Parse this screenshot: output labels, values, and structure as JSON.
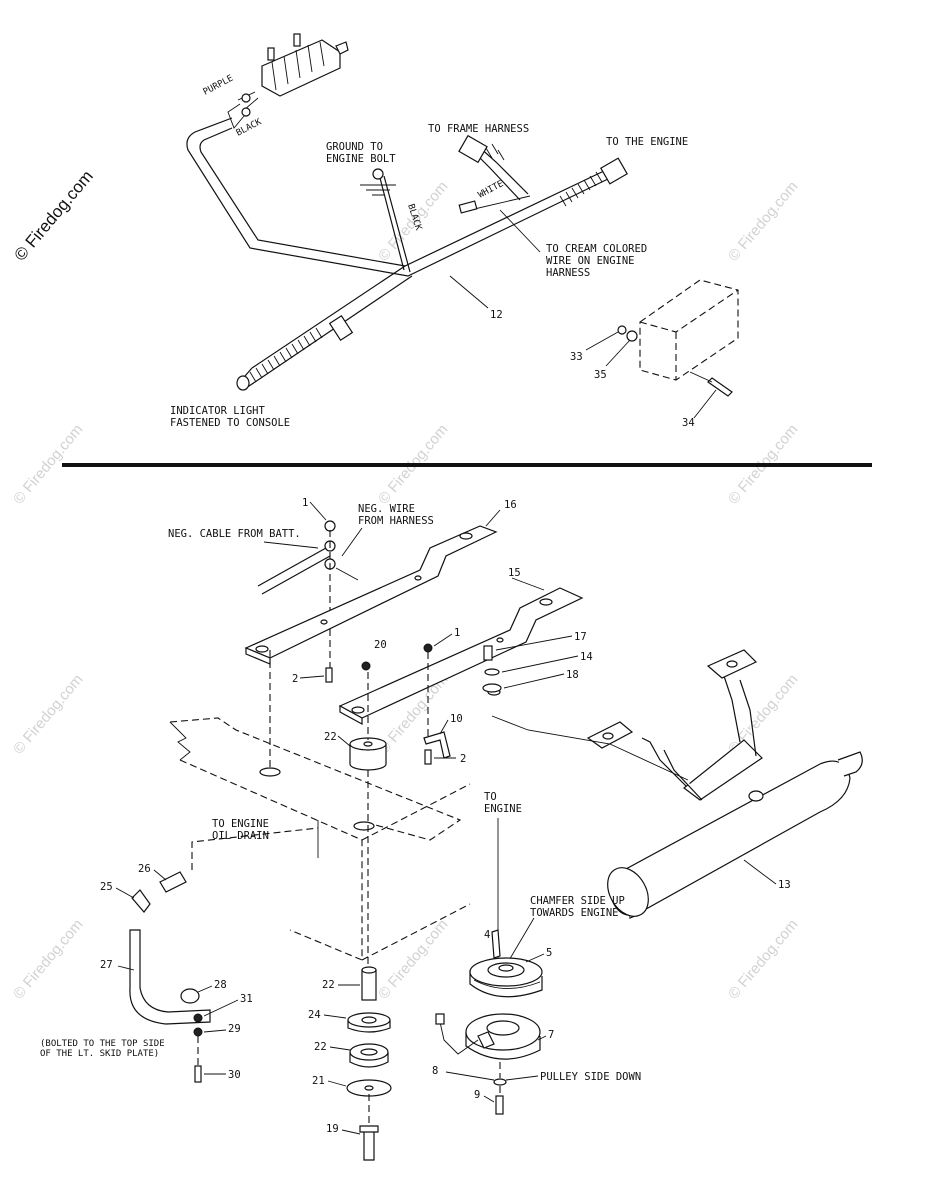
{
  "watermarks": {
    "main": "© Firedog.com",
    "small": "© Firedog.com"
  },
  "top": {
    "labels": {
      "purple": "PURPLE",
      "black_left": "BLACK",
      "ground": [
        "GROUND TO",
        "ENGINE BOLT"
      ],
      "to_frame_harness": "TO FRAME HARNESS",
      "to_the_engine": "TO THE ENGINE",
      "black_wire": "BLACK",
      "white_wire": "WHITE",
      "cream": [
        "TO CREAM COLORED",
        "WIRE ON ENGINE",
        "HARNESS"
      ],
      "indicator": [
        "INDICATOR LIGHT",
        "FASTENED TO CONSOLE"
      ]
    },
    "callouts": {
      "p12": "12",
      "p33": "33",
      "p35": "35",
      "p34": "34"
    }
  },
  "bottom": {
    "labels": {
      "neg_cable": "NEG. CABLE FROM BATT.",
      "neg_wire": [
        "NEG. WIRE",
        "FROM HARNESS"
      ],
      "to_engine_oil": [
        "TO ENGINE",
        "OIL DRAIN"
      ],
      "to_engine": [
        "TO",
        "ENGINE"
      ],
      "chamfer": [
        "CHAMFER SIDE UP",
        "TOWARDS ENGINE"
      ],
      "pulley_down": "PULLEY SIDE DOWN",
      "bolted": [
        "(BOLTED TO THE TOP SIDE",
        "OF THE LT. SKID PLATE)"
      ]
    },
    "callouts": {
      "p1a": "1",
      "p16": "16",
      "p15": "15",
      "p2a": "2",
      "p20": "20",
      "p1b": "1",
      "p17": "17",
      "p14": "14",
      "p18": "18",
      "p10": "10",
      "p2b": "2",
      "p22a": "22",
      "p26": "26",
      "p25": "25",
      "p27": "27",
      "p28": "28",
      "p31": "31",
      "p29": "29",
      "p30": "30",
      "p22b": "22",
      "p24": "24",
      "p22c": "22",
      "p21": "21",
      "p19": "19",
      "p13": "13",
      "p4": "4",
      "p5": "5",
      "p7": "7",
      "p8": "8",
      "p9": "9"
    }
  }
}
